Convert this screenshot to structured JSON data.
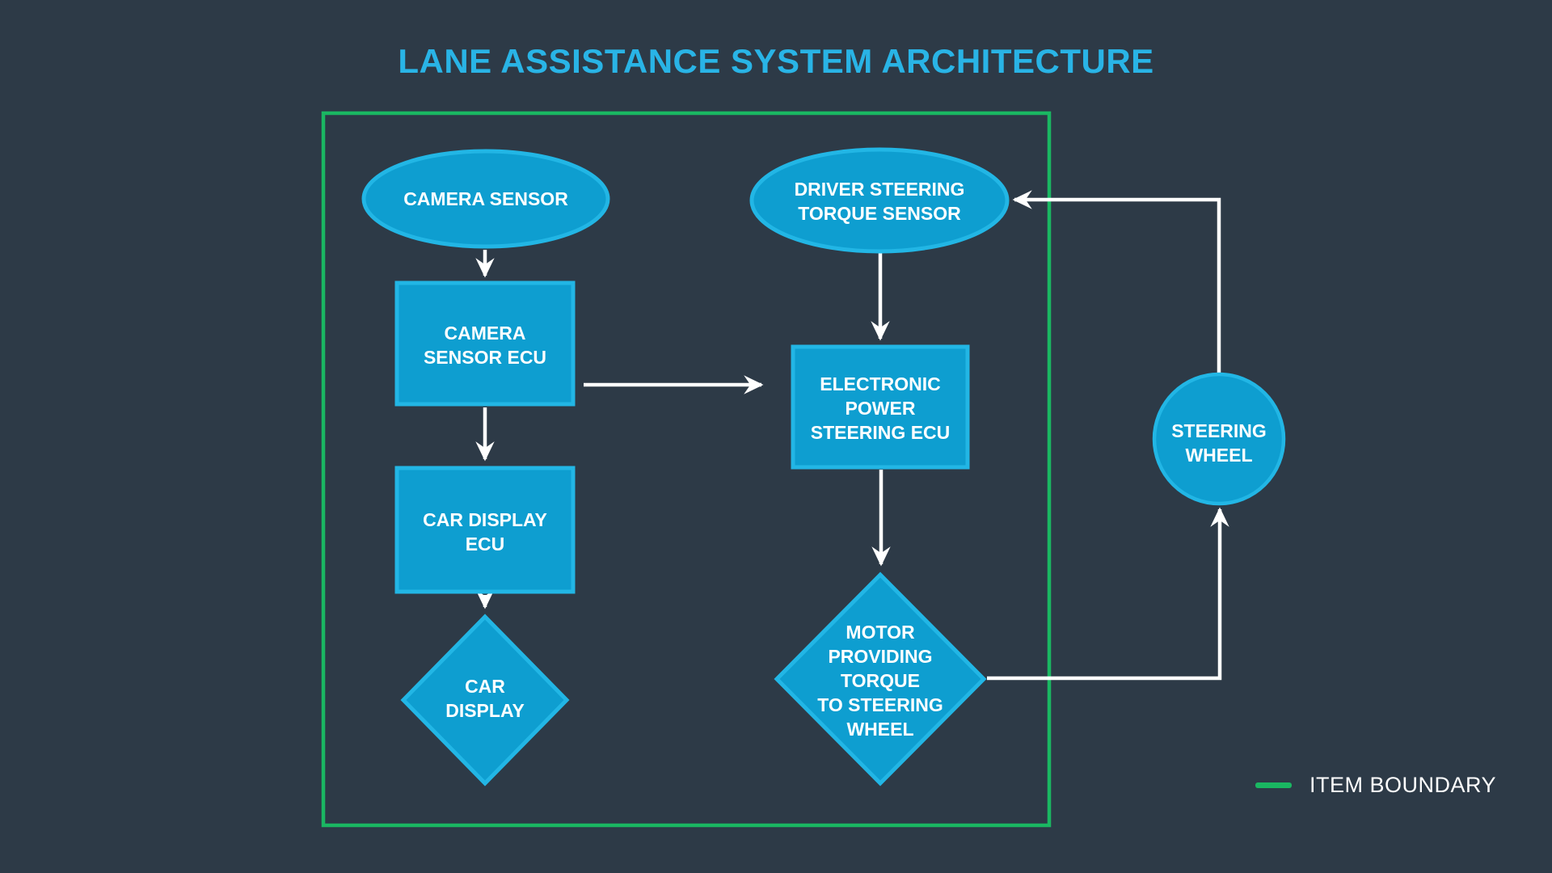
{
  "title": "LANE ASSISTANCE SYSTEM ARCHITECTURE",
  "colors": {
    "background": "#2d3a47",
    "title": "#29b4e6",
    "node_fill": "#0e9ed0",
    "node_border": "#22b6e5",
    "boundary_green": "#1ab762",
    "connector": "#ffffff",
    "label_text": "#ffffff"
  },
  "nodes": {
    "camera_sensor": {
      "shape": "ellipse",
      "label": "CAMERA SENSOR"
    },
    "camera_sensor_ecu": {
      "shape": "rectangle",
      "label": "CAMERA\nSENSOR ECU"
    },
    "car_display_ecu": {
      "shape": "rectangle",
      "label": "CAR DISPLAY\nECU"
    },
    "car_display": {
      "shape": "diamond",
      "label": "CAR\nDISPLAY"
    },
    "driver_steering_torque_sensor": {
      "shape": "ellipse",
      "label": "DRIVER STEERING\nTORQUE SENSOR"
    },
    "electronic_power_steering_ecu": {
      "shape": "rectangle",
      "label": "ELECTRONIC\nPOWER\nSTEERING ECU"
    },
    "motor_providing_torque": {
      "shape": "diamond",
      "label": "MOTOR\nPROVIDING\nTORQUE\nTO STEERING\nWHEEL"
    },
    "steering_wheel": {
      "shape": "circle",
      "label": "STEERING\nWHEEL"
    }
  },
  "edges": [
    {
      "from": "camera_sensor",
      "to": "camera_sensor_ecu"
    },
    {
      "from": "camera_sensor_ecu",
      "to": "car_display_ecu"
    },
    {
      "from": "car_display_ecu",
      "to": "car_display"
    },
    {
      "from": "camera_sensor_ecu",
      "to": "electronic_power_steering_ecu"
    },
    {
      "from": "driver_steering_torque_sensor",
      "to": "electronic_power_steering_ecu"
    },
    {
      "from": "electronic_power_steering_ecu",
      "to": "motor_providing_torque"
    },
    {
      "from": "motor_providing_torque",
      "to": "steering_wheel"
    },
    {
      "from": "steering_wheel",
      "to": "driver_steering_torque_sensor"
    }
  ],
  "legend": {
    "label": "ITEM BOUNDARY"
  }
}
